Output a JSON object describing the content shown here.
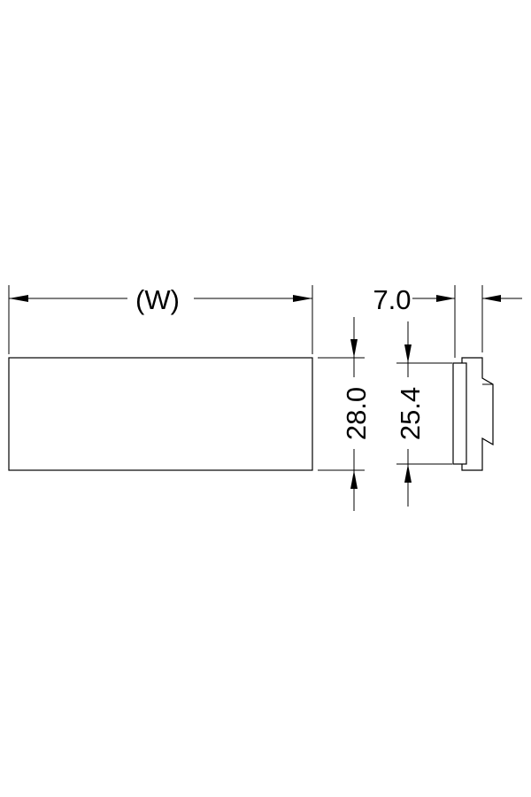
{
  "dimensions": {
    "width_label": "(W)",
    "height_outer_label": "28.0",
    "height_inner_label": "25.4",
    "depth_label": "7.0"
  }
}
